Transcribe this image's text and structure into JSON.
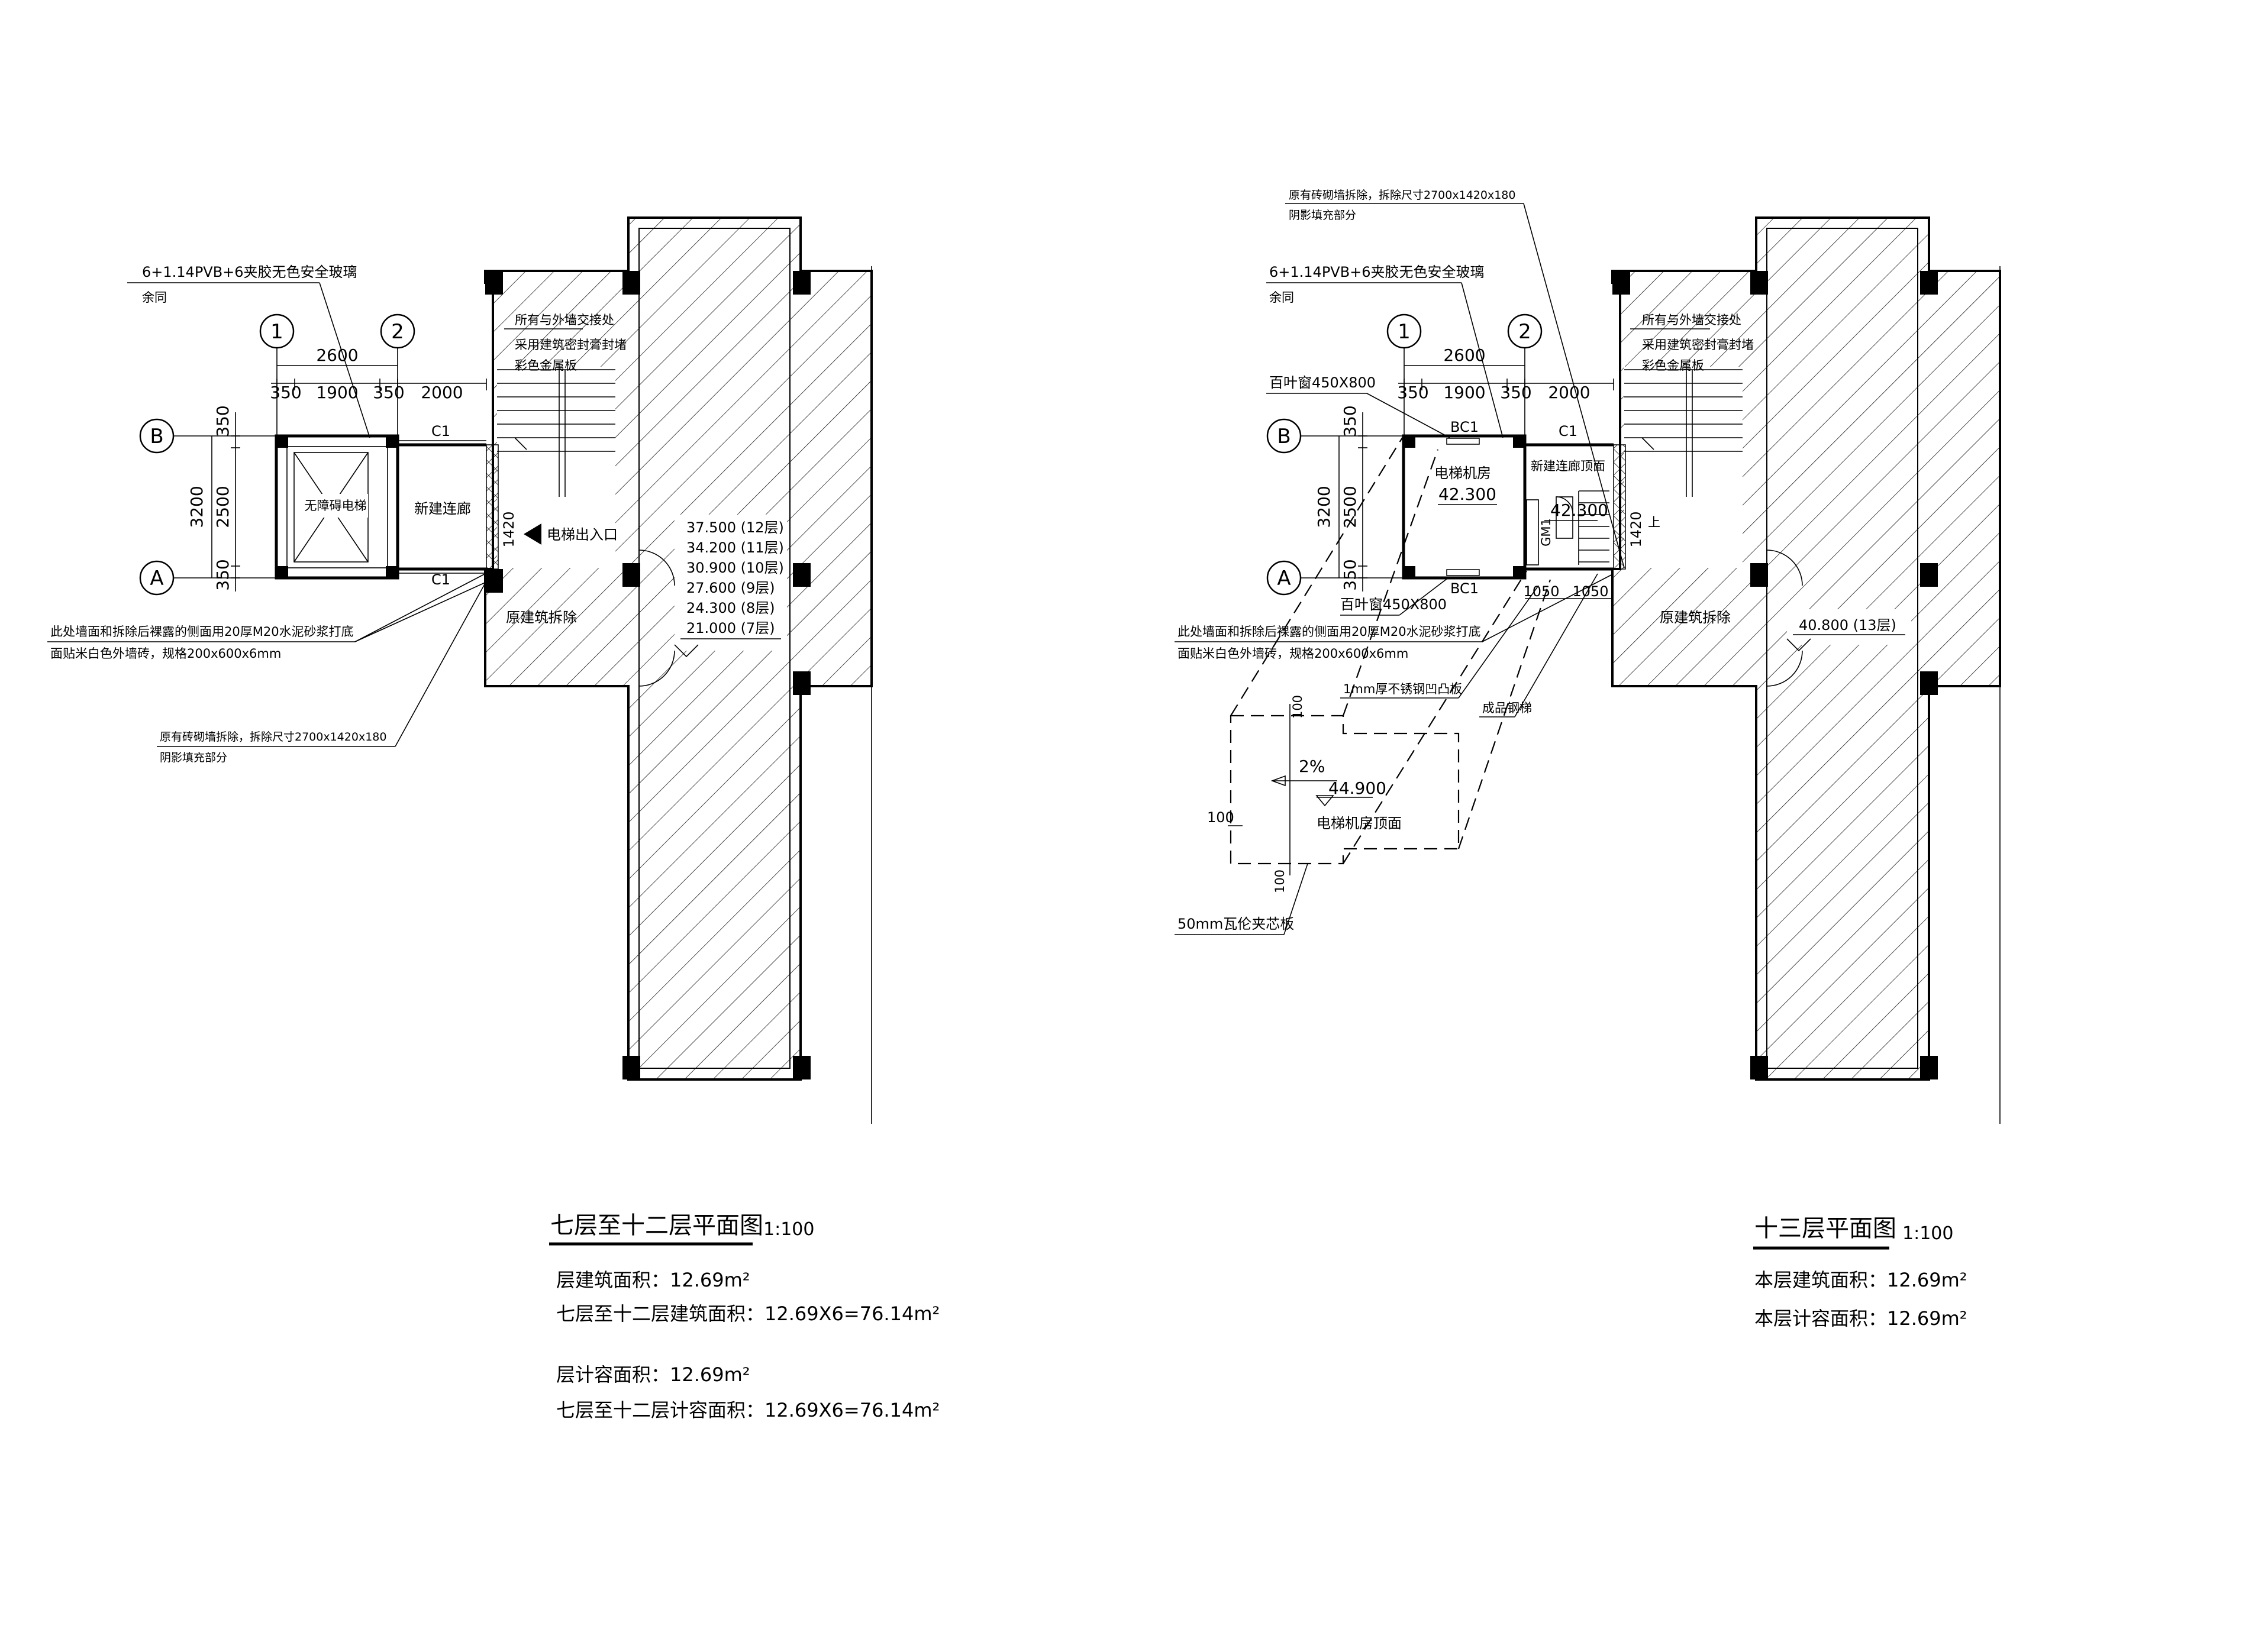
{
  "left_plan": {
    "title": "七层至十二层平面图",
    "scale": "1:100",
    "axis_labels": {
      "col1": "1",
      "col2": "2",
      "rowB": "B",
      "rowA": "A"
    },
    "dims_top": {
      "total": "2600",
      "d1": "350",
      "d2": "1900",
      "d3": "350",
      "d4": "2000"
    },
    "dims_left": {
      "total": "3200",
      "d1": "350",
      "d2": "2500",
      "d3": "350"
    },
    "dim_corridor": "1420",
    "window_top": "C1",
    "window_bottom": "C1",
    "room_elevator": "无障碍电梯",
    "room_corridor": "新建连廊",
    "entry_label": "电梯出入口",
    "demolish_label": "原建筑拆除",
    "note_glass_1": "6+1.14PVB+6夹胶无色安全玻璃",
    "note_glass_2": "余同",
    "note_joint_1": "所有与外墙交接处",
    "note_joint_2": "采用建筑密封膏封堵",
    "note_joint_3": "彩色金属板",
    "note_wall_1": "此处墙面和拆除后裸露的侧面用20厚M20水泥砂浆打底",
    "note_wall_2": "面贴米白色外墙砖，规格200x600x6mm",
    "note_demo_1": "原有砖砌墙拆除，拆除尺寸2700x1420x180",
    "note_demo_2": "阴影填充部分",
    "levels": [
      "37.500 (12层)",
      "34.200 (11层)",
      "30.900 (10层)",
      "27.600 (9层)",
      "24.300 (8层)",
      "21.000 (7层)"
    ],
    "area_1": "层建筑面积：12.69m²",
    "area_2": "七层至十二层建筑面积：12.69X6=76.14m²",
    "area_3": "层计容面积：12.69m²",
    "area_4": "七层至十二层计容面积：12.69X6=76.14m²"
  },
  "right_plan": {
    "title": "十三层平面图",
    "scale": "1:100",
    "axis_labels": {
      "col1": "1",
      "col2": "2",
      "rowB": "B",
      "rowA": "A"
    },
    "dims_top": {
      "total": "2600",
      "d1": "350",
      "d2": "1900",
      "d3": "350",
      "d4": "2000"
    },
    "dims_left": {
      "total": "3200",
      "d1": "350",
      "d2": "2500",
      "d3": "350"
    },
    "dim_corridor": "1420",
    "dims_bottom": {
      "d1": "1050",
      "d2": "1050"
    },
    "window_top": "BC1",
    "window_bottom": "BC1",
    "window_c1": "C1",
    "door_label": "GM1",
    "louver_top": "百叶窗450X800",
    "louver_bottom": "百叶窗450X800",
    "room_machine": "电梯机房",
    "room_machine_level": "42.300",
    "room_corridor_roof": "新建连廊顶面",
    "corridor_level": "42.300",
    "stair_up": "上",
    "demolish_label": "原建筑拆除",
    "level_13": "40.800 (13层)",
    "note_glass_1": "6+1.14PVB+6夹胶无色安全玻璃",
    "note_glass_2": "余同",
    "note_demo_1": "原有砖砌墙拆除，拆除尺寸2700x1420x180",
    "note_demo_2": "阴影填充部分",
    "note_joint_1": "所有与外墙交接处",
    "note_joint_2": "采用建筑密封膏封堵",
    "note_joint_3": "彩色金属板",
    "note_wall_1": "此处墙面和拆除后裸露的侧面用20厚M20水泥砂浆打底",
    "note_wall_2": "面贴米白色外墙砖，规格200x600x6mm",
    "note_steel": "1mm厚不锈钢凹凸板",
    "note_ladder": "成品钢梯",
    "roof_slope": "2%",
    "roof_level": "44.900",
    "roof_label": "电梯机房顶面",
    "roof_dim_top": "100",
    "roof_dim_left": "100",
    "roof_dim_bottom": "100",
    "note_panel": "50mm瓦伦夹芯板",
    "area_1": "本层建筑面积：12.69m²",
    "area_2": "本层计容面积：12.69m²"
  }
}
